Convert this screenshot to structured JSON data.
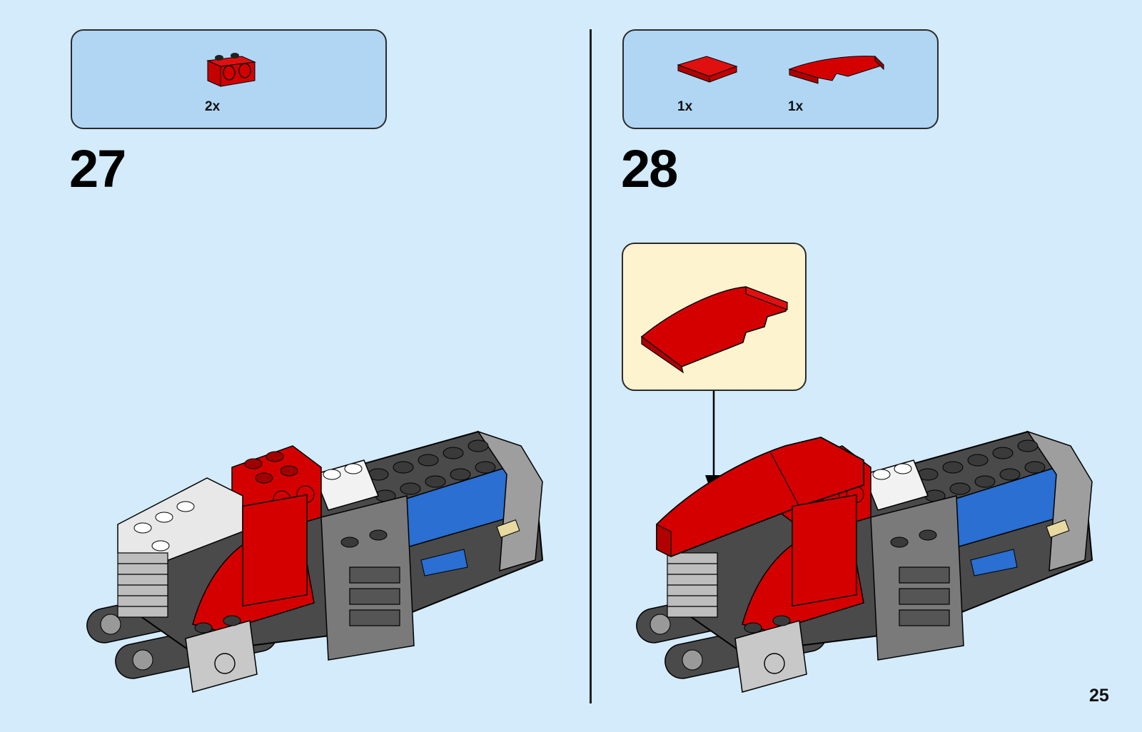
{
  "steps": [
    {
      "number": "27",
      "parts": [
        {
          "qty": "2x",
          "part": "red-technic-brick-1x2-icon"
        }
      ]
    },
    {
      "number": "28",
      "parts": [
        {
          "qty": "1x",
          "part": "red-tile-2x2-icon"
        },
        {
          "qty": "1x",
          "part": "red-curved-slope-icon"
        }
      ]
    }
  ],
  "page_number": "25",
  "colors": {
    "page_bg": "#d3ebfb",
    "parts_box_bg": "#b0d6f3",
    "callout_bg": "#fdf3cf",
    "brick_red": "#d40000",
    "dark_gray": "#4a4a4a",
    "light_gray": "#a5a5a5",
    "blue": "#2a6fd1"
  }
}
